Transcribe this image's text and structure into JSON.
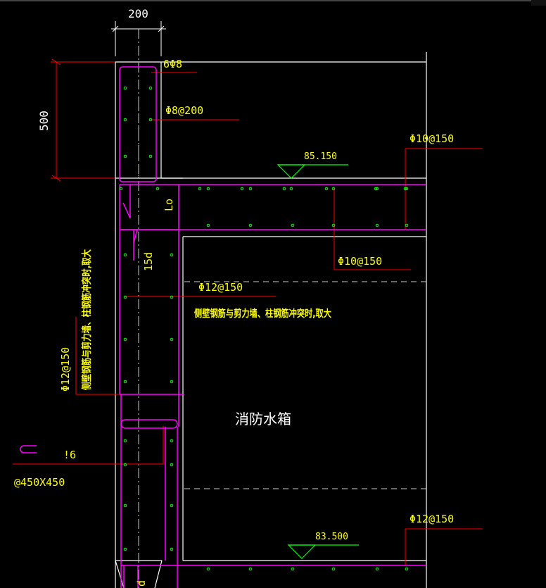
{
  "drawing": {
    "dims": {
      "width_200": "200",
      "height_500": "500"
    },
    "labels": {
      "top_bars": "6Φ8",
      "top_stirrup": "Φ8@200",
      "right_top_bars": "Φ10@150",
      "elev_top": "85.150",
      "anchor_lo": "Lo",
      "bend_15d": "15d",
      "mid_bars": "Φ10@150",
      "wall_bars": "Φ12@150",
      "wall_note": "侧壁钢筋与剪力墙、柱钢筋冲突时,取大",
      "vert_bars": "Φ12@150",
      "vert_note": "侧壁钢筋与剪力墙、柱钢筋冲突时,取大",
      "tank_name": "消防水箱",
      "hook_size": "!6",
      "hook_spacing": "@450X450",
      "bottom_bars": "Φ12@150",
      "elev_bottom": "83.500",
      "bottom_d": "d"
    }
  },
  "colors": {
    "background": "#000000",
    "outline": "#ffffff",
    "rebar": "#ff00ff",
    "leader": "#ff0000",
    "text": "#ffff00",
    "dots": "#00ff00",
    "level_mark": "#00ff00"
  }
}
